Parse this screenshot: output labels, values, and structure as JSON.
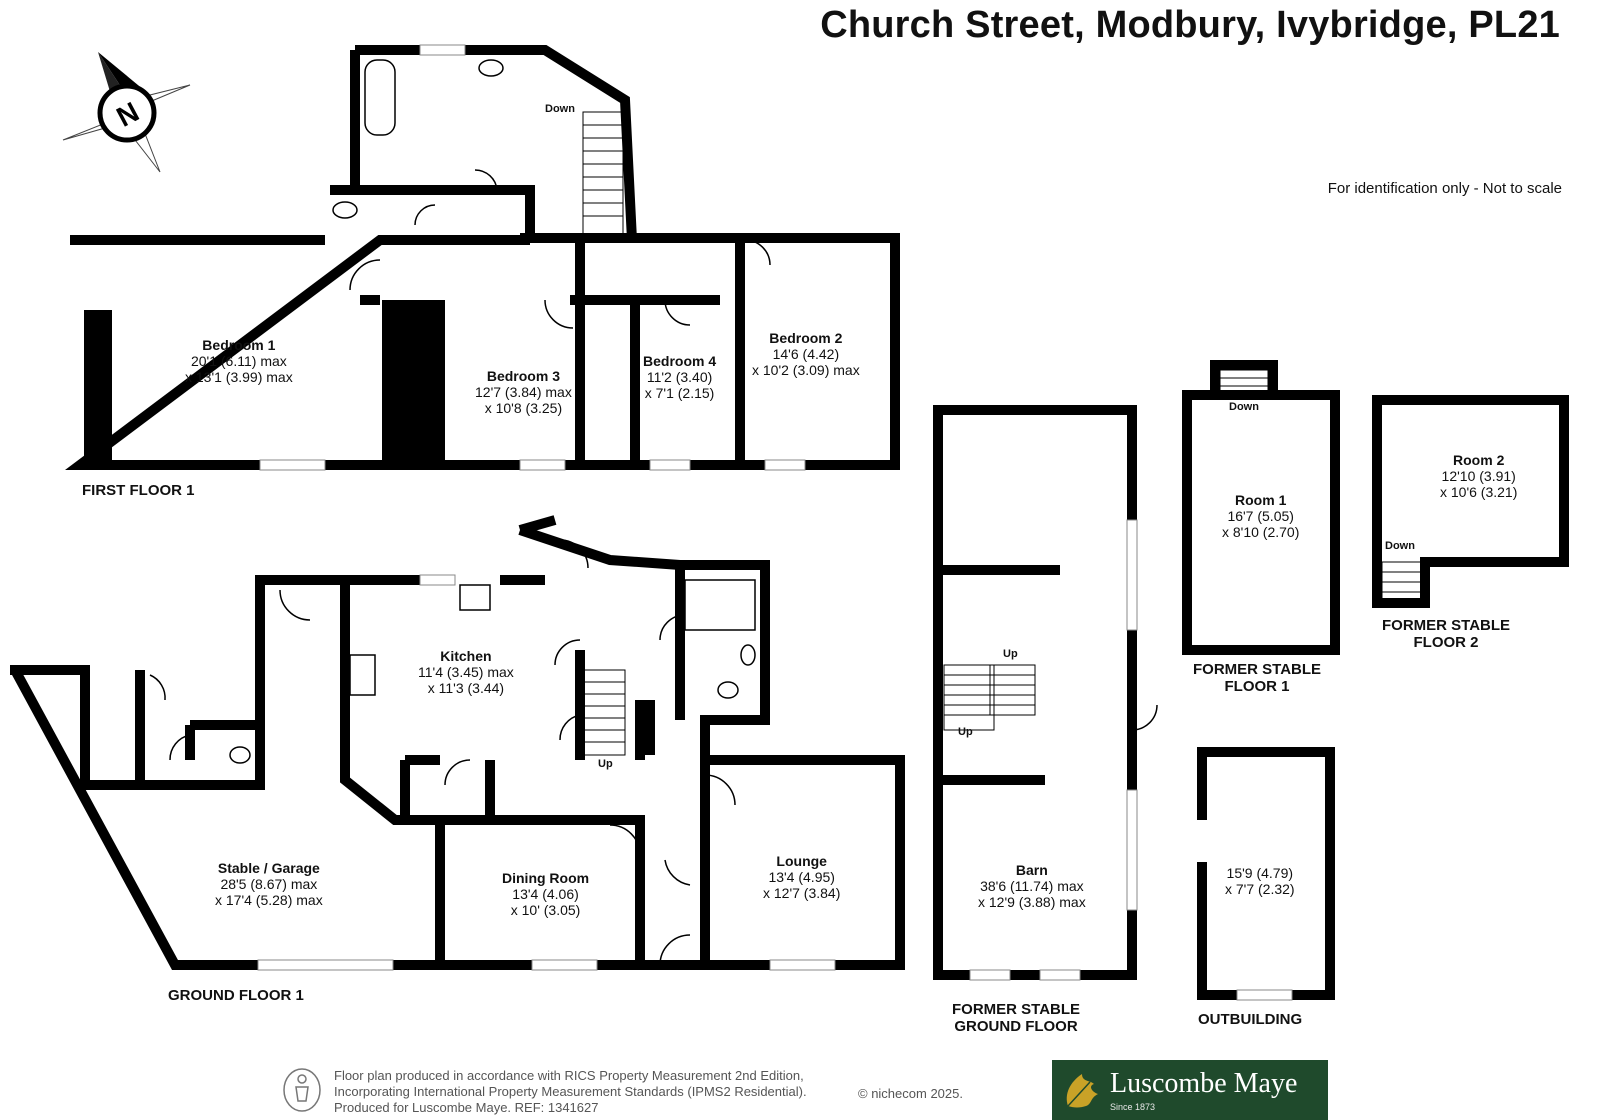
{
  "title": "Church Street, Modbury, Ivybridge, PL21",
  "disclaimer": "For identification only - Not to scale",
  "compass_letter": "N",
  "colors": {
    "wall": "#000000",
    "logo_bg": "#1f4a2c",
    "logo_text": "#ffffff",
    "leaf": "#c9a227"
  },
  "floors": {
    "first": "FIRST FLOOR 1",
    "ground": "GROUND FLOOR 1",
    "stable_ground": [
      "FORMER STABLE",
      "GROUND FLOOR"
    ],
    "stable_floor1": [
      "FORMER STABLE",
      "FLOOR 1"
    ],
    "stable_floor2": [
      "FORMER STABLE",
      "FLOOR 2"
    ],
    "outbuilding": "OUTBUILDING"
  },
  "rooms": {
    "bedroom1": {
      "name": "Bedroom 1",
      "dims": [
        "20'1 (6.11) max",
        "x 13'1 (3.99) max"
      ]
    },
    "bedroom2": {
      "name": "Bedroom 2",
      "dims": [
        "14'6 (4.42)",
        "x 10'2 (3.09) max"
      ]
    },
    "bedroom3": {
      "name": "Bedroom 3",
      "dims": [
        "12'7 (3.84) max",
        "x 10'8 (3.25)"
      ]
    },
    "bedroom4": {
      "name": "Bedroom 4",
      "dims": [
        "11'2 (3.40)",
        "x 7'1 (2.15)"
      ]
    },
    "kitchen": {
      "name": "Kitchen",
      "dims": [
        "11'4 (3.45) max",
        "x 11'3 (3.44)"
      ]
    },
    "stable_garage": {
      "name": "Stable / Garage",
      "dims": [
        "28'5 (8.67) max",
        "x 17'4 (5.28) max"
      ]
    },
    "dining": {
      "name": "Dining Room",
      "dims": [
        "13'4 (4.06)",
        "x 10' (3.05)"
      ]
    },
    "lounge": {
      "name": "Lounge",
      "dims": [
        "13'4 (4.95)",
        "x 12'7 (3.84)"
      ]
    },
    "barn": {
      "name": "Barn",
      "dims": [
        "38'6 (11.74) max",
        "x 12'9 (3.88) max"
      ]
    },
    "room1": {
      "name": "Room 1",
      "dims": [
        "16'7 (5.05)",
        "x 8'10 (2.70)"
      ]
    },
    "room2": {
      "name": "Room 2",
      "dims": [
        "12'10 (3.91)",
        "x 10'6 (3.21)"
      ]
    },
    "outbuilding": {
      "name": "",
      "dims": [
        "15'9 (4.79)",
        "x 7'7 (2.32)"
      ]
    }
  },
  "stairs": {
    "first_down": "Down",
    "ground_up": "Up",
    "barn_up_a": "Up",
    "barn_up_b": "Up",
    "room1_down": "Down",
    "room2_down": "Down"
  },
  "footer": {
    "line1": "Floor plan produced in accordance with RICS Property Measurement 2nd Edition,",
    "line2": "Incorporating International Property Measurement Standards (IPMS2 Residential).",
    "line3": "Produced for Luscombe Maye.   REF:  1341627",
    "copyright": "© nichecom 2025.",
    "logo_name": "Luscombe Maye",
    "logo_since": "Since 1873"
  }
}
